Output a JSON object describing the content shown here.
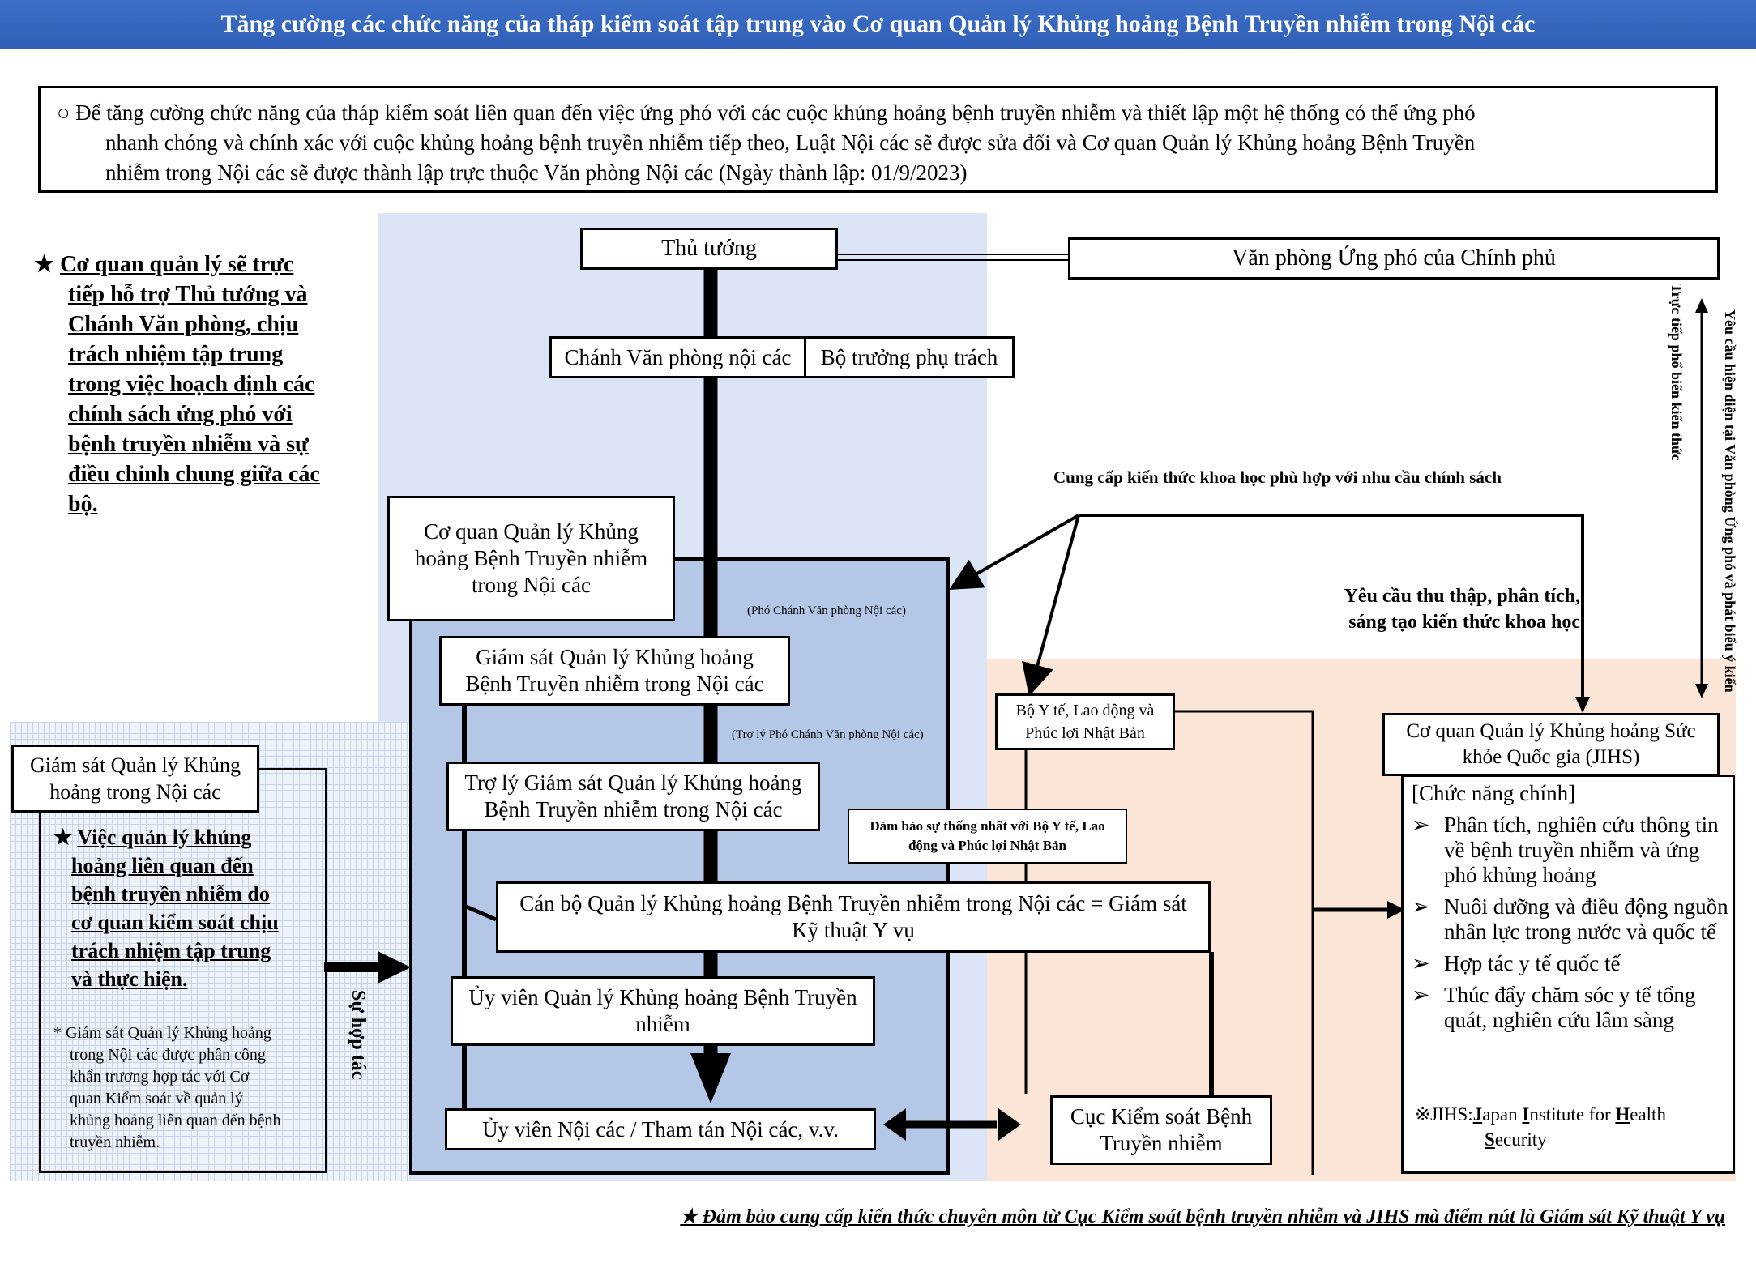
{
  "title": "Tăng cường các chức năng của tháp kiểm soát tập trung vào Cơ quan Quản lý Khủng hoảng Bệnh Truyền nhiễm trong Nội các",
  "summary": {
    "bullet": "○",
    "lines": [
      "Để tăng cường chức năng của tháp kiểm soát liên quan đến việc ứng phó với các cuộc khủng hoảng bệnh truyền nhiễm và thiết lập một hệ thống có thể ứng phó",
      "nhanh chóng và chính xác với cuộc khủng hoảng bệnh truyền nhiễm tiếp theo, Luật Nội các sẽ được sửa đổi và Cơ quan Quản lý Khủng hoảng Bệnh Truyền",
      "nhiễm trong Nội các sẽ được thành lập trực thuộc Văn phòng Nội các (Ngày thành lập: 01/9/2023)"
    ]
  },
  "left_note": {
    "star": "★",
    "lines": [
      "Cơ quan quản lý sẽ trực",
      "tiếp hỗ trợ Thủ tướng và",
      "Chánh Văn phòng, chịu",
      "trách nhiệm tập trung",
      "trong việc hoạch định các",
      "chính sách ứng phó với",
      "bệnh truyền nhiễm và sự",
      "điều chỉnh chung giữa các",
      "bộ."
    ]
  },
  "nodes": {
    "prime_minister": "Thủ tướng",
    "gov_response_office": "Văn phòng Ứng phó của Chính phủ",
    "chief_cabinet_secretary": "Chánh Văn phòng nội các",
    "minister_in_charge": "Bộ trưởng phụ trách",
    "agency": "Cơ quan Quản lý Khủng hoảng Bệnh Truyền nhiễm trong Nội các",
    "supervisor": "Giám sát Quản lý Khủng hoảng Bệnh Truyền nhiễm trong Nội các",
    "supervisor_note": "(Phó Chánh Văn phòng Nội các)",
    "assistant_supervisor": "Trợ lý Giám sát Quản lý Khủng hoảng Bệnh Truyền nhiễm trong Nội các",
    "assistant_note": "(Trợ lý Phó Chánh Văn phòng Nội các)",
    "officer": "Cán bộ Quản lý Khủng hoảng Bệnh Truyền nhiễm trong Nội các = Giám sát Kỹ thuật Y vụ",
    "committee": "Ủy viên Quản lý Khủng hoảng Bệnh Truyền nhiễm",
    "cabinet_members": "Ủy viên Nội các / Tham tán Nội các, v.v.",
    "mhlw": "Bộ Y tế, Lao động và Phúc lợi Nhật Bản",
    "consistency_note": "Đảm bảo sự thống nhất với Bộ Y tế, Lao động và Phúc lợi Nhật Bản",
    "cdc": "Cục Kiểm soát Bệnh Truyền nhiễm",
    "jihs": "Cơ quan Quản lý Khủng hoảng Sức khỏe Quốc gia  (JIHS)",
    "crisis_supervisor": "Giám sát Quản lý Khủng hoảng trong Nội các"
  },
  "crisis_note": {
    "star": "★",
    "lines": [
      "Việc quản lý khủng",
      "hoảng liên quan đến",
      "bệnh truyền nhiễm do",
      "cơ quan kiểm soát chịu",
      "trách nhiệm tập trung",
      "và thực hiện."
    ]
  },
  "crisis_footnote": {
    "lines": [
      "* Giám sát Quản lý Khủng hoảng",
      "trong Nội các được phân công",
      "khẩn trương hợp tác với Cơ",
      "quan Kiểm soát về quản lý",
      "khủng hoảng liên quan đến bệnh",
      "truyền nhiễm."
    ]
  },
  "labels": {
    "cooperation": "Sự hợp tác",
    "science_knowledge": "Cung cấp kiến thức khoa học phù hợp với nhu cầu chính sách",
    "collect_request_1": "Yêu cầu thu thập, phân tích,",
    "collect_request_2": "sáng tạo kiến thức khoa học",
    "direct_opinion": "Trực tiếp phổ biến kiến thức",
    "presence_request": "Yêu cầu hiện diện tại Văn phòng Ứng phó và phát biểu ý kiến"
  },
  "jihs_functions": {
    "heading": "[Chức năng chính]",
    "marker": "➢",
    "items": [
      "Phân tích, nghiên cứu thông tin về bệnh truyền nhiễm và ứng phó khủng hoảng",
      "Nuôi dưỡng và điều động nguồn nhân lực trong nước và quốc tế",
      "Hợp tác y tế quốc tế",
      "Thúc đẩy chăm sóc y tế tổng quát, nghiên cứu lâm sàng"
    ],
    "note_prefix": "※JIHS:",
    "note_j": "J",
    "note_apan": "apan ",
    "note_i": "I",
    "note_nstitute": "nstitute  for ",
    "note_h": "H",
    "note_ealth": "ealth",
    "note_s": "S",
    "note_ecurity": "ecurity"
  },
  "footer": "★ Đảm bảo cung cấp kiến thức chuyên môn từ Cục Kiểm soát bệnh truyền nhiễm và JIHS mà điểm nút là Giám sát Kỹ thuật Y vụ",
  "colors": {
    "title_bar": "#2f5fb6",
    "panel_light": "#dce5f5",
    "panel_inner": "#b4c7e7",
    "panel_peach": "#fbe5d6",
    "grid_panel": "#dfe6f2"
  }
}
